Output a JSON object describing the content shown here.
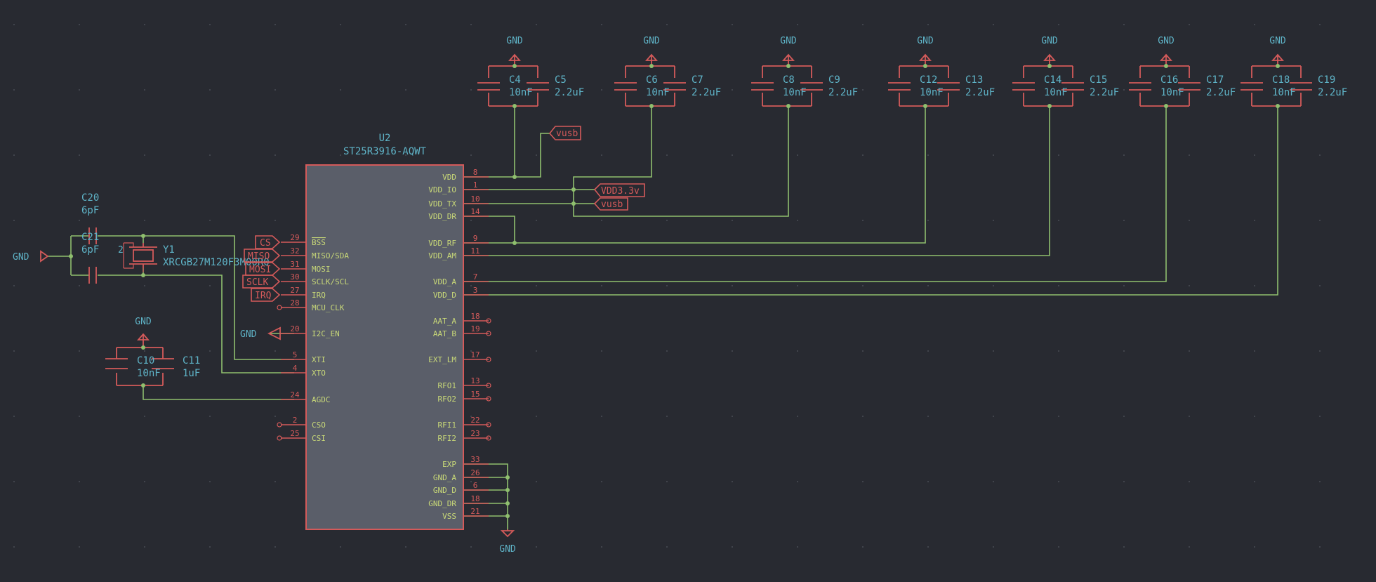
{
  "u2": {
    "ref": "U2",
    "value": "ST25R3916-AQWT",
    "pins_left": [
      {
        "name": "BSS",
        "num": "29"
      },
      {
        "name": "MISO/SDA",
        "num": "32"
      },
      {
        "name": "MOSI",
        "num": "31"
      },
      {
        "name": "SCLK/SCL",
        "num": "30"
      },
      {
        "name": "IRQ",
        "num": "27"
      },
      {
        "name": "MCU_CLK",
        "num": "28"
      },
      {
        "name": "I2C_EN",
        "num": "20"
      },
      {
        "name": "XTI",
        "num": "5"
      },
      {
        "name": "XTO",
        "num": "4"
      },
      {
        "name": "AGDC",
        "num": "24"
      },
      {
        "name": "CSO",
        "num": "2"
      },
      {
        "name": "CSI",
        "num": "25"
      }
    ],
    "pins_right": [
      {
        "name": "VDD",
        "num": "8"
      },
      {
        "name": "VDD_IO",
        "num": "1"
      },
      {
        "name": "VDD_TX",
        "num": "10"
      },
      {
        "name": "VDD_DR",
        "num": "14"
      },
      {
        "name": "VDD_RF",
        "num": "9"
      },
      {
        "name": "VDD_AM",
        "num": "11"
      },
      {
        "name": "VDD_A",
        "num": "7"
      },
      {
        "name": "VDD_D",
        "num": "3"
      },
      {
        "name": "AAT_A",
        "num": "18"
      },
      {
        "name": "AAT_B",
        "num": "19"
      },
      {
        "name": "EXT_LM",
        "num": "17"
      },
      {
        "name": "RFO1",
        "num": "13"
      },
      {
        "name": "RFO2",
        "num": "15"
      },
      {
        "name": "RFI1",
        "num": "22"
      },
      {
        "name": "RFI2",
        "num": "23"
      },
      {
        "name": "EXP",
        "num": "33"
      },
      {
        "name": "GND_A",
        "num": "26"
      },
      {
        "name": "GND_D",
        "num": "6"
      },
      {
        "name": "GND_DR",
        "num": "18"
      },
      {
        "name": "VSS",
        "num": "21"
      }
    ]
  },
  "cap_pairs": [
    {
      "a": {
        "ref": "C4",
        "value": "10nF"
      },
      "b": {
        "ref": "C5",
        "value": "2.2uF"
      },
      "gnd": "GND"
    },
    {
      "a": {
        "ref": "C6",
        "value": "10nF"
      },
      "b": {
        "ref": "C7",
        "value": "2.2uF"
      },
      "gnd": "GND"
    },
    {
      "a": {
        "ref": "C8",
        "value": "10nF"
      },
      "b": {
        "ref": "C9",
        "value": "2.2uF"
      },
      "gnd": "GND"
    },
    {
      "a": {
        "ref": "C12",
        "value": "10nF"
      },
      "b": {
        "ref": "C13",
        "value": "2.2uF"
      },
      "gnd": "GND"
    },
    {
      "a": {
        "ref": "C14",
        "value": "10nF"
      },
      "b": {
        "ref": "C15",
        "value": "2.2uF"
      },
      "gnd": "GND"
    },
    {
      "a": {
        "ref": "C16",
        "value": "10nF"
      },
      "b": {
        "ref": "C17",
        "value": "2.2uF"
      },
      "gnd": "GND"
    },
    {
      "a": {
        "ref": "C18",
        "value": "10nF"
      },
      "b": {
        "ref": "C19",
        "value": "2.2uF"
      },
      "gnd": "GND"
    }
  ],
  "agdc_caps": {
    "a": {
      "ref": "C10",
      "value": "10nF"
    },
    "b": {
      "ref": "C11",
      "value": "1uF"
    },
    "gnd": "GND"
  },
  "crystal": {
    "ref": "Y1",
    "value": "XRCGB27M120F3M00R0",
    "pin_left": "2"
  },
  "c20": {
    "ref": "C20",
    "value": "6pF"
  },
  "c21": {
    "ref": "C21",
    "value": "6pF"
  },
  "gnd_left": "GND",
  "gnd_i2c": "GND",
  "gnd_bottom": "GND",
  "labels": {
    "cs": "CS",
    "miso": "MISO",
    "mosi": "MOSI",
    "sclk": "SCLK",
    "irq": "IRQ",
    "vusb_top": "vusb",
    "vdd33": "VDD3.3v",
    "vusb_tx": "vusb"
  }
}
